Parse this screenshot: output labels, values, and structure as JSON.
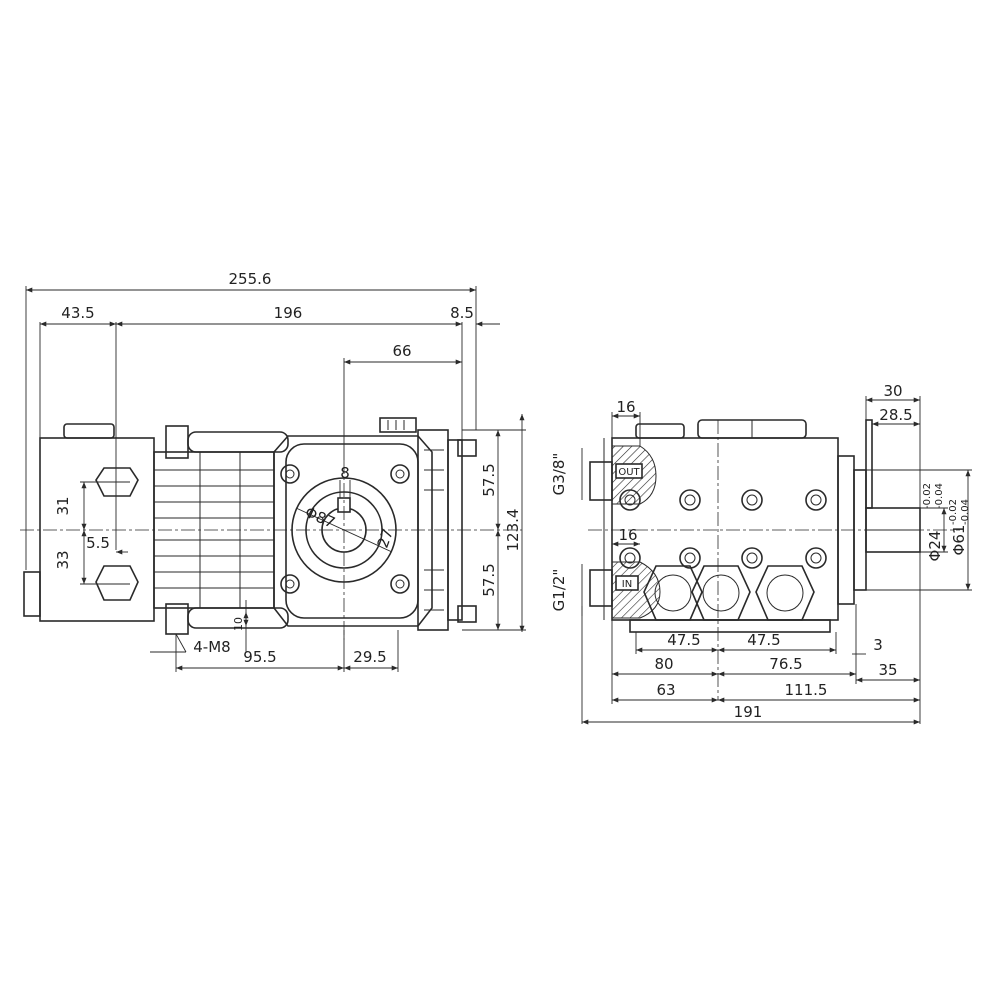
{
  "side_view": {
    "dims": {
      "overall_length": "255.6",
      "head_offset": "43.5",
      "body_length": "196",
      "flange_offset": "8.5",
      "shaft_to_flange": "66",
      "key_width": "8",
      "bore_diameter": "Φ87",
      "key_height": "27",
      "half_height_top": "57.5",
      "half_height_bottom": "57.5",
      "flange_height": "123.4",
      "port_upper": "31",
      "port_lower": "33",
      "port_offset": "5.5",
      "foot_thickness": "10",
      "mount_bolts": "4-M8",
      "foot_spacing": "95.5",
      "foot_to_shaft": "29.5"
    }
  },
  "end_view": {
    "dims": {
      "outlet_port": "G3/8\"",
      "inlet_port": "G1/2\"",
      "port_width_top": "16",
      "port_width_mid": "16",
      "outlet_label": "OUT",
      "inlet_label": "IN",
      "shaft_length": "30",
      "shaft_key_length": "28.5",
      "shaft_diameter": "Φ24",
      "shaft_tol_upper": "-0.02",
      "shaft_tol_lower": "-0.04",
      "flange_diameter": "Φ61",
      "flange_tol_upper": "-0.02",
      "flange_tol_lower": "-0.04",
      "valve_pitch_left": "47.5",
      "valve_pitch_right": "47.5",
      "shaft_collar": "3",
      "left_to_center": "80",
      "center_to_flange": "76.5",
      "shaft_extension": "35",
      "base_left": "63",
      "base_right": "111.5",
      "overall_width": "191"
    }
  }
}
